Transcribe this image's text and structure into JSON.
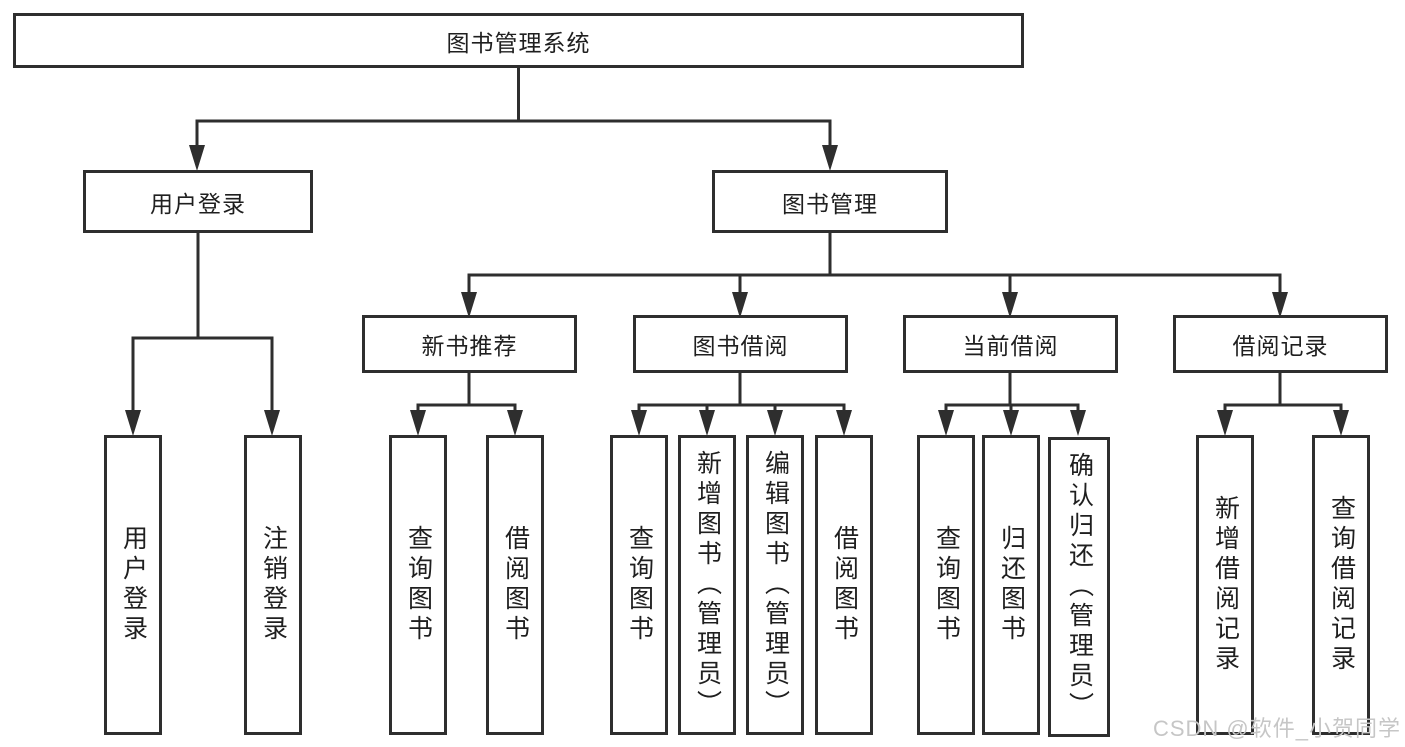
{
  "diagram": {
    "type": "hierarchy-tree",
    "root": {
      "label": "图书管理系统"
    },
    "level2": [
      {
        "label": "用户登录",
        "parent": "图书管理系统"
      },
      {
        "label": "图书管理",
        "parent": "图书管理系统"
      }
    ],
    "level3": [
      {
        "label": "新书推荐",
        "parent": "图书管理"
      },
      {
        "label": "图书借阅",
        "parent": "图书管理"
      },
      {
        "label": "当前借阅",
        "parent": "图书管理"
      },
      {
        "label": "借阅记录",
        "parent": "图书管理"
      }
    ],
    "leaves": [
      {
        "label": "用户登录",
        "parent": "用户登录"
      },
      {
        "label": "注销登录",
        "parent": "用户登录"
      },
      {
        "label": "查询图书",
        "parent": "新书推荐"
      },
      {
        "label": "借阅图书",
        "parent": "新书推荐"
      },
      {
        "label": "查询图书",
        "parent": "图书借阅"
      },
      {
        "label": "新增图书（管理员）",
        "parent": "图书借阅"
      },
      {
        "label": "编辑图书（管理员）",
        "parent": "图书借阅"
      },
      {
        "label": "借阅图书",
        "parent": "图书借阅"
      },
      {
        "label": "查询图书",
        "parent": "当前借阅"
      },
      {
        "label": "归还图书",
        "parent": "当前借阅"
      },
      {
        "label": "确认归还（管理员）",
        "parent": "当前借阅"
      },
      {
        "label": "新增借阅记录",
        "parent": "借阅记录"
      },
      {
        "label": "查询借阅记录",
        "parent": "借阅记录"
      }
    ]
  },
  "watermark": "CSDN @软件_小贺同学",
  "colors": {
    "line": "#2e2e2e",
    "box_border": "#2e2e2e",
    "box_fill": "#ffffff",
    "text": "#1f1f1f",
    "watermark": "#c6c6c6",
    "background": "#ffffff"
  }
}
